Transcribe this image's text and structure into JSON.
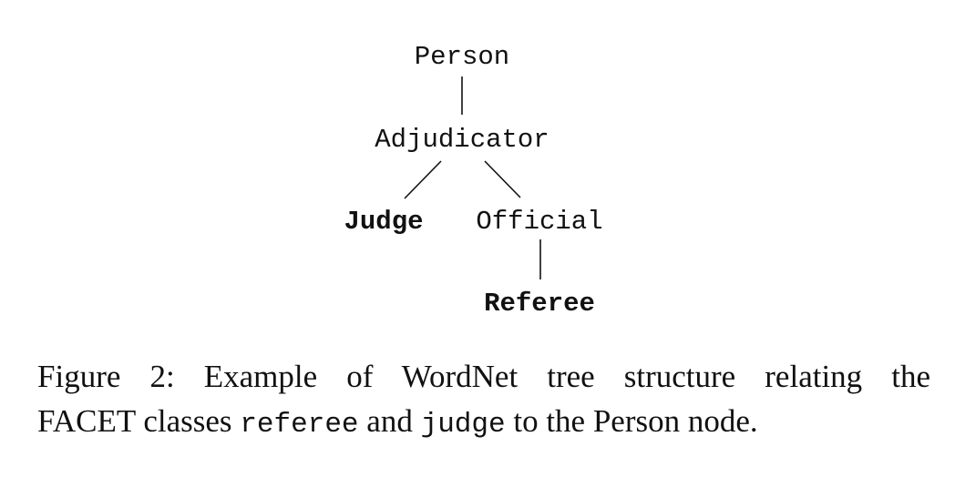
{
  "tree": {
    "nodes": {
      "person": {
        "label": "Person",
        "bold": false
      },
      "adjudicator": {
        "label": "Adjudicator",
        "bold": false
      },
      "judge": {
        "label": "Judge",
        "bold": true
      },
      "official": {
        "label": "Official",
        "bold": false
      },
      "referee": {
        "label": "Referee",
        "bold": true
      }
    },
    "edges": [
      {
        "from": "person",
        "to": "adjudicator"
      },
      {
        "from": "adjudicator",
        "to": "judge"
      },
      {
        "from": "adjudicator",
        "to": "official"
      },
      {
        "from": "official",
        "to": "referee"
      }
    ]
  },
  "caption": {
    "line1": "Figure 2:  Example of WordNet tree structure relating the",
    "prefix": "FACET classes ",
    "term1": "referee",
    "middle": " and ",
    "term2": "judge",
    "suffix": " to the Person node."
  }
}
